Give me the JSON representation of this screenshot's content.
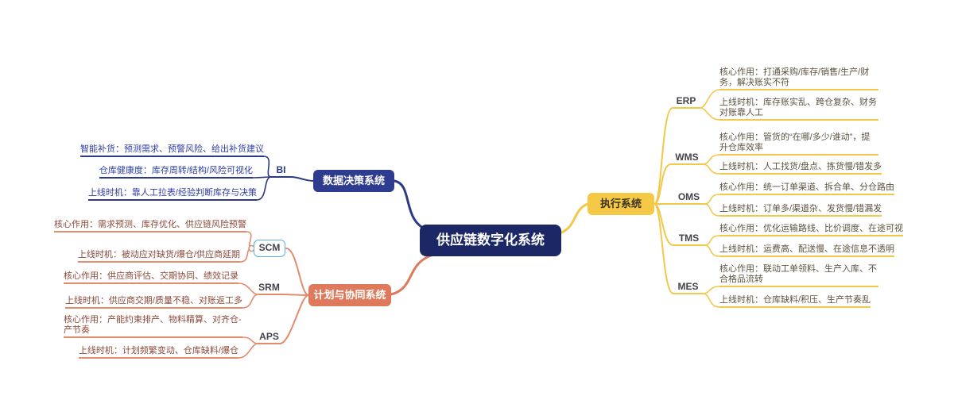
{
  "central": {
    "label": "供应链数字化系统"
  },
  "colors": {
    "navy": "#2c3a85",
    "salmon": "#e28b6d",
    "yellow": "#f1c84b",
    "central_bg": "#1c2765",
    "navy_pill_bg": "#2d3c8f",
    "salmon_pill_bg": "#df795b",
    "yellow_pill_bg": "#f5c845",
    "scm_highlight_border": "#5ab1e8"
  },
  "branches": [
    {
      "label": "数据决策系统",
      "groups": [
        {
          "label": "BI",
          "items": [
            "智能补货：预测需求、预警风险、给出补货建议",
            "仓库健康度：库存周转/结构/风险可视化",
            "上线时机：靠人工拉表/经验判断库存与决策"
          ]
        }
      ]
    },
    {
      "label": "计划与协同系统",
      "groups": [
        {
          "label": "SCM",
          "items": [
            "核心作用：需求预测、库存优化、供应链风险预警",
            "上线时机：被动应对缺货/爆仓/供应商延期"
          ]
        },
        {
          "label": "SRM",
          "items": [
            "核心作用：供应商评估、交期协同、绩效记录",
            "上线时机：供应商交期/质量不稳、对账返工多"
          ]
        },
        {
          "label": "APS",
          "items": [
            "核心作用：产能约束排产、物料精算、对齐仓-产节奏",
            "上线时机：计划频繁变动、仓库缺料/爆仓"
          ]
        }
      ]
    },
    {
      "label": "执行系统",
      "groups": [
        {
          "label": "ERP",
          "items": [
            "核心作用：打通采购/库存/销售/生产/财务，解决账实不符",
            "上线时机：库存账实乱、跨仓复杂、财务对账靠人工"
          ]
        },
        {
          "label": "WMS",
          "items": [
            "核心作用：管货的“在哪/多少/谁动”，提升仓库效率",
            "上线时机：人工找货/盘点、拣货慢/错发多"
          ]
        },
        {
          "label": "OMS",
          "items": [
            "核心作用：统一订单渠道、拆合单、分仓路由",
            "上线时机：订单多/渠道杂、发货慢/错漏发"
          ]
        },
        {
          "label": "TMS",
          "items": [
            "核心作用：优化运输路线、比价调度、在途可视",
            "上线时机：运费高、配送慢、在途信息不透明"
          ]
        },
        {
          "label": "MES",
          "items": [
            "核心作用：联动工单领料、生产入库、不合格品流转",
            "上线时机：仓库缺料/积压、生产节奏乱"
          ]
        }
      ]
    }
  ]
}
